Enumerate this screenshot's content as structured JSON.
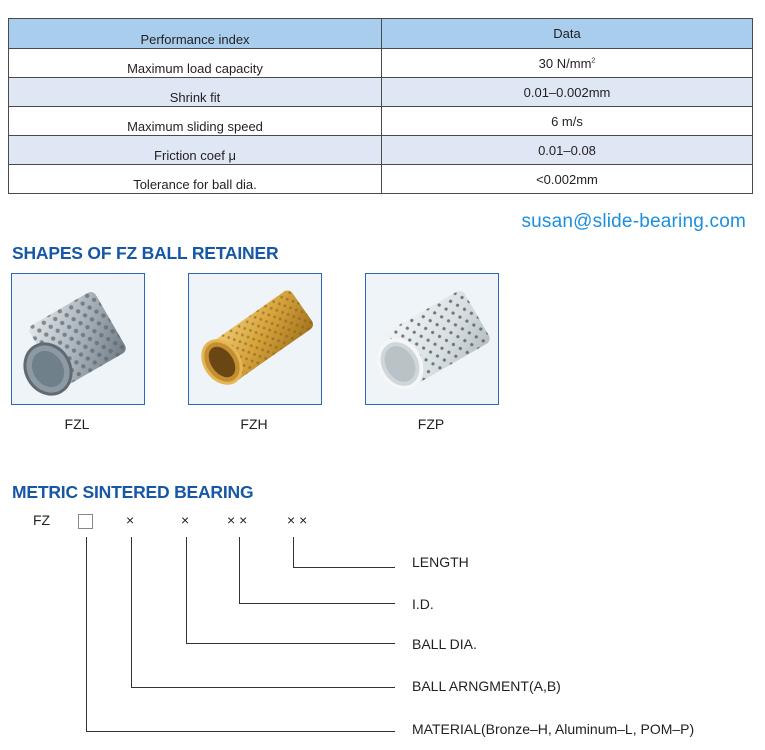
{
  "performance_table": {
    "headers": [
      "Performance index",
      "Data"
    ],
    "rows": [
      {
        "index": "Maximum load capacity",
        "data": "30 N/mm",
        "sup": "2"
      },
      {
        "index": "Shrink fit",
        "data": "0.01–0.002mm"
      },
      {
        "index": "Maximum sliding speed",
        "data": "6 m/s"
      },
      {
        "index": "Friction coef μ",
        "data": "0.01–0.08"
      },
      {
        "index": "Tolerance for ball dia.",
        "data": "<0.002mm"
      }
    ]
  },
  "contact_email": "susan@slide-bearing.com",
  "shapes_section": {
    "title": "SHAPES OF FZ BALL RETAINER",
    "items": [
      {
        "label": "FZL",
        "material": "aluminum",
        "color": "#a9b4bd"
      },
      {
        "label": "FZH",
        "material": "bronze",
        "color": "#d4a53c"
      },
      {
        "label": "FZP",
        "material": "pom",
        "color": "#dde3e6"
      }
    ]
  },
  "code_section": {
    "title": "METRIC SINTERED BEARING",
    "prefix": "FZ",
    "symbols": [
      "×",
      "×",
      "× ×",
      "× ×"
    ],
    "labels": [
      "LENGTH",
      "I.D.",
      "BALL DIA.",
      "BALL ARNGMENT(A,B)",
      "MATERIAL(Bronze–H, Aluminum–L, POM–P)"
    ]
  }
}
